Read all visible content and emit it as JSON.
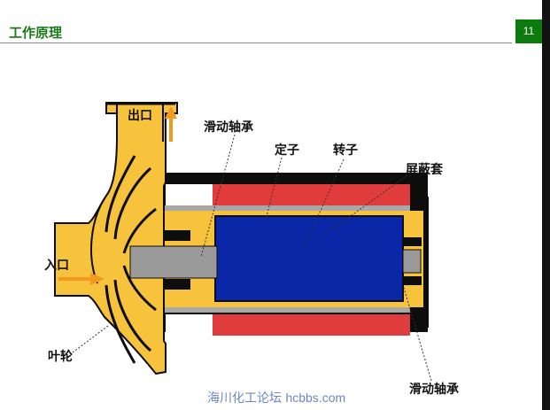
{
  "slide": {
    "title": "工作原理",
    "page_number": "11"
  },
  "labels": {
    "outlet": "出口",
    "inlet": "入口",
    "impeller": "叶轮",
    "stator": "定子",
    "rotor": "转子",
    "shield_sleeve": "屏蔽套",
    "bearing_top": "滑动轴承",
    "bearing_bottom": "滑动轴承"
  },
  "watermark": {
    "name": "海川化工论坛",
    "url": "hcbbs.com"
  },
  "colors": {
    "title_green": "#1a7a1a",
    "badge_green": "#0d7a0d",
    "pump_body_yellow": "#f7c23c",
    "stator_red": "#e03c3c",
    "rotor_blue": "#0a27a8",
    "shaft_gray": "#9a9a9a",
    "flow_arrow_orange": "#f39a1e",
    "watermark_blue": "#6b86c8"
  }
}
